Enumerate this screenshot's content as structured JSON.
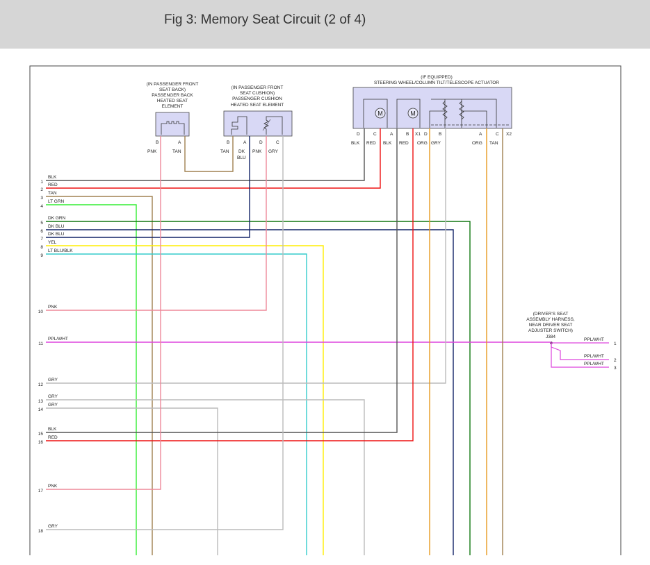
{
  "header": {
    "title": "Fig 3: Memory Seat Circuit (2 of 4)"
  },
  "components": {
    "back_heater": {
      "label_lines": [
        "(IN PASSENGER FRONT",
        "SEAT BACK)",
        "PASSENGER BACK",
        "HEATED SEAT",
        "ELEMENT"
      ],
      "pins": [
        "B",
        "A"
      ],
      "wires": [
        "PNK",
        "TAN"
      ]
    },
    "cushion_heater": {
      "label_lines": [
        "(IN PASSENGER FRONT",
        "SEAT CUSHION)",
        "PASSENGER CUSHION",
        "HEATED SEAT ELEMENT"
      ],
      "pins": [
        "B",
        "A",
        "D",
        "C"
      ],
      "wires": [
        "TAN",
        "DK",
        "PNK",
        "GRY"
      ],
      "wire_line2": "BLU"
    },
    "actuator": {
      "label_lines": [
        "(IF EQUIPPED)",
        "STEERING WHEEL/COLUMN TILT/TELESCOPE ACTUATOR"
      ],
      "pins": [
        "D",
        "C",
        "A",
        "B",
        "X1",
        "D",
        "B",
        "A",
        "C",
        "X2"
      ],
      "wires": [
        "BLK",
        "RED",
        "BLK",
        "RED",
        "ORG",
        "GRY",
        "ORG",
        "TAN"
      ]
    },
    "splice": {
      "label_lines": [
        "(DRIVER'S SEAT",
        "ASSEMBLY HARNESS,",
        "NEAR DRIVER SEAT",
        "ADJUSTER SWITCH)",
        "J384"
      ],
      "outputs": [
        {
          "num": "1",
          "color": "PPL/WHT"
        },
        {
          "num": "2",
          "color": "PPL/WHT"
        },
        {
          "num": "3",
          "color": "PPL/WHT"
        }
      ]
    }
  },
  "circuits": [
    {
      "num": "1",
      "color": "BLK",
      "stroke": "#555555"
    },
    {
      "num": "2",
      "color": "RED",
      "stroke": "#ee1111"
    },
    {
      "num": "3",
      "color": "TAN",
      "stroke": "#a08050"
    },
    {
      "num": "4",
      "color": "LT GRN",
      "stroke": "#33ee33"
    },
    {
      "num": "5",
      "color": "DK GRN",
      "stroke": "#117711"
    },
    {
      "num": "6",
      "color": "DK BLU",
      "stroke": "#112266"
    },
    {
      "num": "7",
      "color": "DK BLU",
      "stroke": "#112266"
    },
    {
      "num": "8",
      "color": "YEL",
      "stroke": "#ffee00"
    },
    {
      "num": "9",
      "color": "LT BLU/BLK",
      "stroke": "#33cccc"
    },
    {
      "num": "10",
      "color": "PNK",
      "stroke": "#ee8899"
    },
    {
      "num": "11",
      "color": "PPL/WHT",
      "stroke": "#dd44dd"
    },
    {
      "num": "12",
      "color": "GRY",
      "stroke": "#bbbbbb"
    },
    {
      "num": "13",
      "color": "GRY",
      "stroke": "#bbbbbb"
    },
    {
      "num": "14",
      "color": "GRY",
      "stroke": "#bbbbbb"
    },
    {
      "num": "15",
      "color": "BLK",
      "stroke": "#555555"
    },
    {
      "num": "16",
      "color": "RED",
      "stroke": "#ee1111"
    },
    {
      "num": "17",
      "color": "PNK",
      "stroke": "#ee8899"
    },
    {
      "num": "18",
      "color": "GRY",
      "stroke": "#bbbbbb"
    }
  ]
}
